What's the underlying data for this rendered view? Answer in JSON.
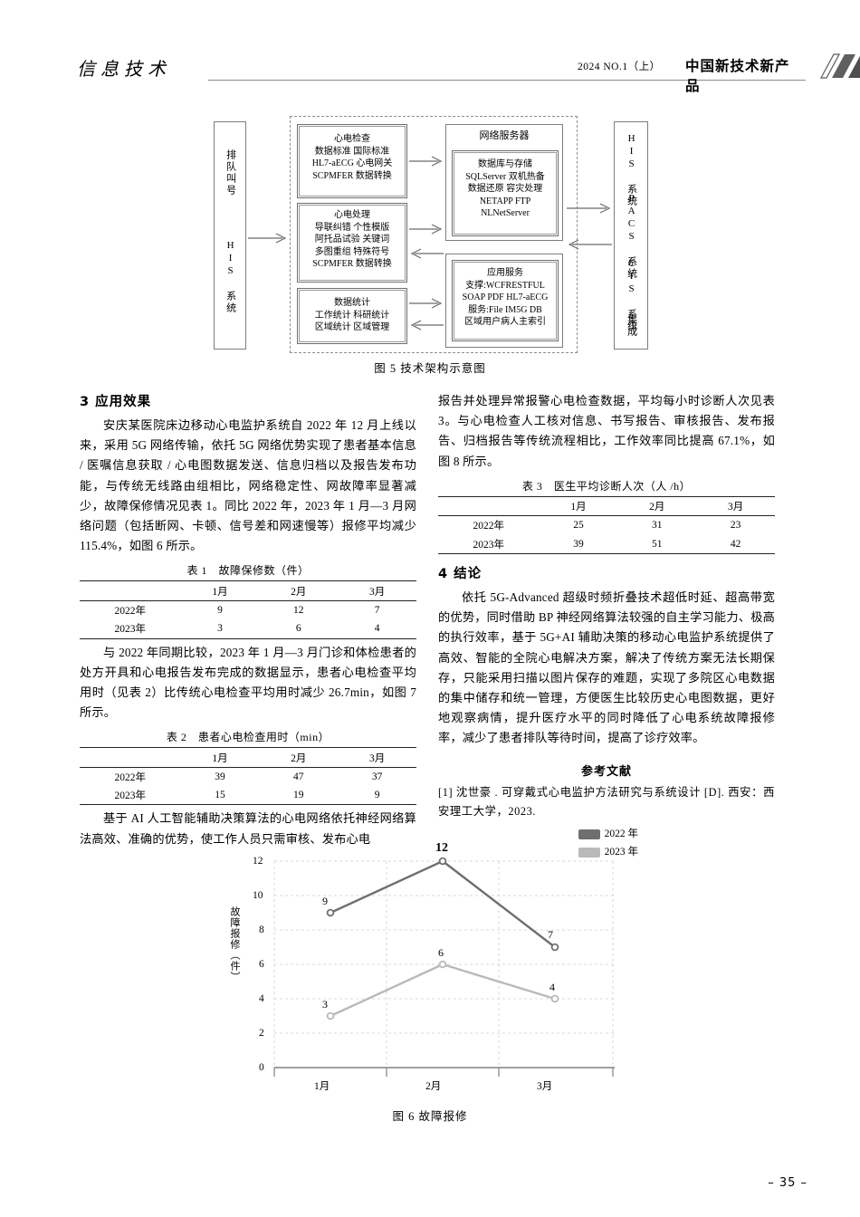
{
  "header": {
    "journal_section": "信息技术",
    "issue": "2024  NO.1（上）",
    "publication": "中国新技术新产品",
    "logo_name": "journal-logo"
  },
  "figure5": {
    "caption": "图 5    技术架构示意图",
    "left_box": {
      "line1": "排队叫号",
      "line2": "HIS 系统"
    },
    "mid_boxes": [
      {
        "title": "心电检查",
        "lines": [
          "数据标准  国际标准",
          "HL7-aECG  心电网关",
          "SCPMFER  数据转换"
        ]
      },
      {
        "title": "心电处理",
        "lines": [
          "导联纠错  个性模版",
          "阿托品试验  关键词",
          "多图重组  特殊符号",
          "SCPMFER  数据转换"
        ]
      },
      {
        "title": "数据统计",
        "lines": [
          "工作统计  科研统计",
          "区域统计  区域管理"
        ]
      }
    ],
    "server_group_title": "网络服务器",
    "server_boxes": [
      {
        "title": "数据库与存储",
        "lines": [
          "SQLServer  双机热备",
          "数据还原  容灾处理",
          "NETAPP FTP",
          "NLNetServer"
        ]
      },
      {
        "title": "应用服务",
        "lines": [
          "支撑:WCFRESTFUL",
          "SOAP PDF HL7-aECG",
          "服务:File IM5G DB",
          "区域用户病人主索引"
        ]
      }
    ],
    "right_box": {
      "l1": "HIS 系统",
      "l2": "PACS 系统",
      "l3": "CIS 系统",
      "l4": "集成"
    }
  },
  "left_column": {
    "section_heading": "3  应用效果",
    "para1": "安庆某医院床边移动心电监护系统自 2022 年 12 月上线以来，采用 5G 网络传输，依托 5G 网络优势实现了患者基本信息 / 医嘱信息获取 / 心电图数据发送、信息归档以及报告发布功能，与传统无线路由组相比，网络稳定性、网故障率显著减少，故障保修情况见表 1。同比 2022 年，2023 年 1 月—3 月网络问题（包括断网、卡顿、信号差和网速慢等）报修平均减少 115.4%，如图 6 所示。",
    "table1": {
      "caption": "表 1　故障保修数（件）",
      "columns": [
        "",
        "1月",
        "2月",
        "3月"
      ],
      "rows": [
        {
          "label": "2022年",
          "values": [
            "9",
            "12",
            "7"
          ]
        },
        {
          "label": "2023年",
          "values": [
            "3",
            "6",
            "4"
          ]
        }
      ]
    },
    "para2": "与 2022 年同期比较，2023 年 1 月—3 月门诊和体检患者的处方开具和心电报告发布完成的数据显示，患者心电检查平均用时（见表 2）比传统心电检查平均用时减少 26.7min，如图 7 所示。",
    "table2": {
      "caption": "表 2　患者心电检查用时（min）",
      "columns": [
        "",
        "1月",
        "2月",
        "3月"
      ],
      "rows": [
        {
          "label": "2022年",
          "values": [
            "39",
            "47",
            "37"
          ]
        },
        {
          "label": "2023年",
          "values": [
            "15",
            "19",
            "9"
          ]
        }
      ]
    },
    "para3": "基于 AI 人工智能辅助决策算法的心电网络依托神经网络算法高效、准确的优势，使工作人员只需审核、发布心电"
  },
  "right_column": {
    "para1": "报告并处理异常报警心电检查数据，平均每小时诊断人次见表 3。与心电检查人工核对信息、书写报告、审核报告、发布报告、归档报告等传统流程相比，工作效率同比提高 67.1%，如图 8 所示。",
    "table3": {
      "caption": "表 3　医生平均诊断人次（人 /h）",
      "columns": [
        "",
        "1月",
        "2月",
        "3月"
      ],
      "rows": [
        {
          "label": "2022年",
          "values": [
            "25",
            "31",
            "23"
          ]
        },
        {
          "label": "2023年",
          "values": [
            "39",
            "51",
            "42"
          ]
        }
      ]
    },
    "section_heading": "4  结论",
    "para2": "依托 5G-Advanced 超级时频折叠技术超低时延、超高带宽的优势，同时借助 BP 神经网络算法较强的自主学习能力、极高的执行效率，基于 5G+AI 辅助决策的移动心电监护系统提供了高效、智能的全院心电解决方案，解决了传统方案无法长期保存，只能采用扫描以图片保存的难题，实现了多院区心电数据的集中储存和统一管理，方便医生比较历史心电图数据，更好地观察病情，提升医疗水平的同时降低了心电系统故障报修率，减少了患者排队等待时间，提高了诊疗效率。",
    "references_heading": "参考文献",
    "references": [
      "[1] 沈世豪 . 可穿戴式心电监护方法研究与系统设计 [D]. 西安：西安理工大学，2023."
    ]
  },
  "chart_data": {
    "type": "line",
    "title": "",
    "caption": "图 6    故障报修",
    "categories": [
      "1月",
      "2月",
      "3月"
    ],
    "series": [
      {
        "name": "2022 年",
        "values": [
          9,
          12,
          7
        ],
        "color": "#6f6f6f"
      },
      {
        "name": "2023 年",
        "values": [
          3,
          6,
          4
        ],
        "color": "#b9b9b9"
      }
    ],
    "xlabel": "",
    "ylabel": "故障报修（件）",
    "ylim": [
      0,
      12
    ],
    "yticks": [
      0,
      2,
      4,
      6,
      8,
      10,
      12
    ],
    "grid": true,
    "legend_position": "top-right",
    "data_labels": true
  },
  "footer": {
    "page_number": "– 35 –"
  }
}
